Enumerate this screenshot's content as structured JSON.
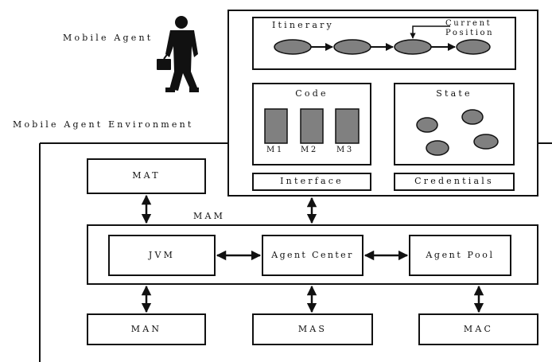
{
  "labels": {
    "mobile_agent": "Mobile Agent",
    "mobile_agent_environment": "Mobile Agent Environment",
    "itinerary": "Itinerary",
    "current_position": "Current Position",
    "code": "Code",
    "state": "State",
    "m1": "M1",
    "m2": "M2",
    "m3": "M3",
    "interface": "Interface",
    "credentials": "Credentials",
    "mat": "MAT",
    "mam": "MAM",
    "jvm": "JVM",
    "agent_center": "Agent Center",
    "agent_pool": "Agent Pool",
    "man": "MAN",
    "mas": "MAS",
    "mac": "MAC"
  },
  "colors": {
    "line": "#111111",
    "node_fill": "#808080",
    "background": "#ffffff"
  },
  "icons": {
    "agent_figure": "businessman-with-briefcase-icon"
  }
}
